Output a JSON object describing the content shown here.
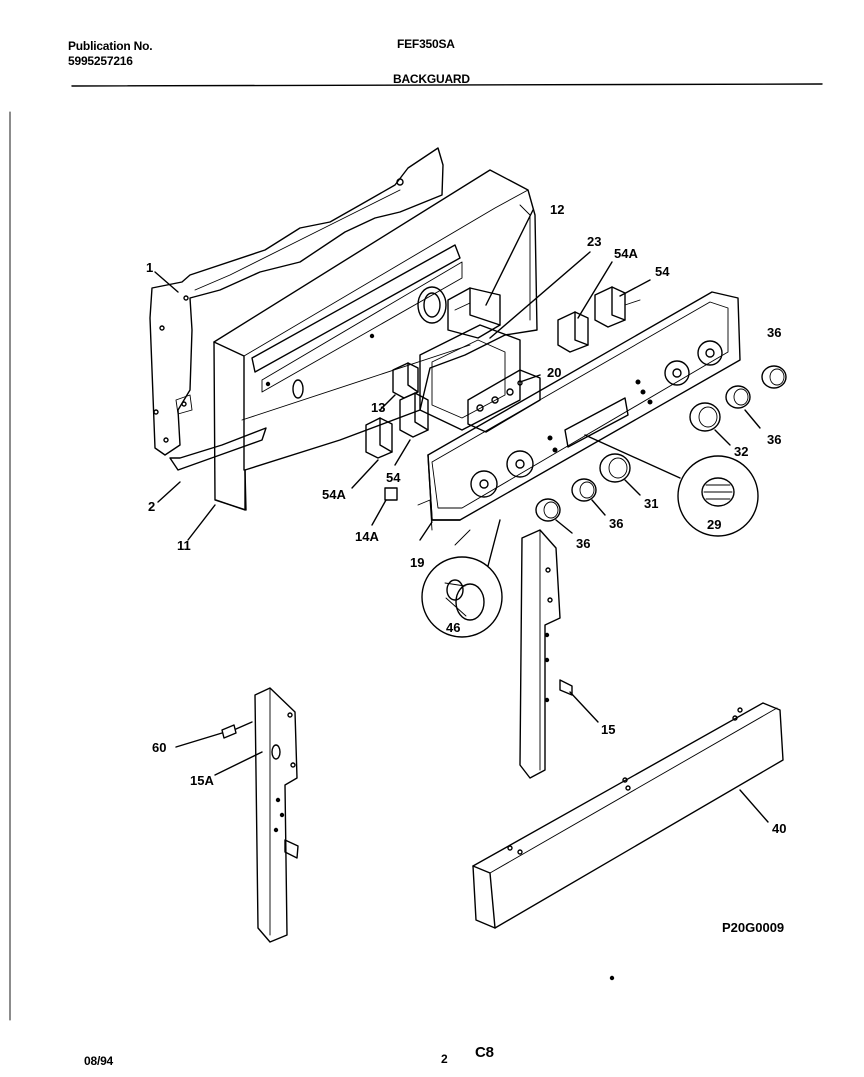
{
  "header": {
    "publication_label": "Publication No.",
    "publication_number": "5995257216",
    "model": "FEF350SA",
    "section": "BACKGUARD"
  },
  "footer": {
    "date": "08/94",
    "page": "2",
    "sheet": "C8"
  },
  "drawing_code": "P20G0009",
  "callouts": [
    "1",
    "2",
    "11",
    "12",
    "23",
    "54A",
    "54",
    "36",
    "13",
    "20",
    "54",
    "54A",
    "14A",
    "19",
    "36",
    "31",
    "32",
    "36",
    "29",
    "36",
    "46",
    "60",
    "15A",
    "15",
    "40"
  ]
}
